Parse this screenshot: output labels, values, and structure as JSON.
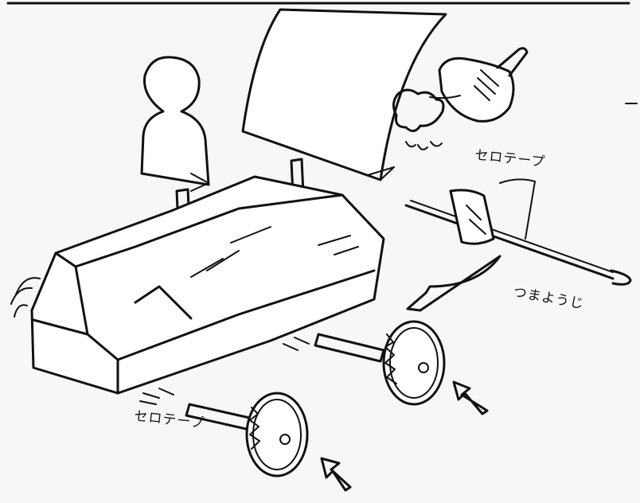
{
  "labels": {
    "tape_top": "セロテープ",
    "toothpick": "つまようじ",
    "tape_bottom": "セロテープ"
  },
  "colors": {
    "ink": "#111111",
    "paper": "#f7f7f5"
  }
}
